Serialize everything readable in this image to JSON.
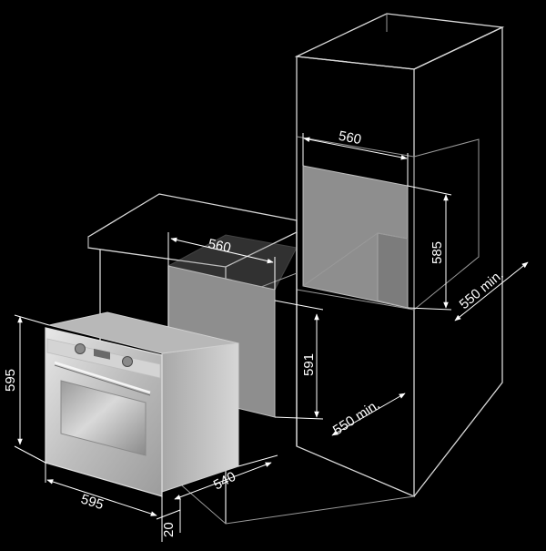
{
  "dimensions": {
    "tall_cabinet_width": "560",
    "tall_cabinet_height": "585",
    "tall_cabinet_depth": "550 min.",
    "undercounter_width": "560",
    "undercounter_height": "591",
    "undercounter_depth": "550 min.",
    "oven_height": "595",
    "oven_width": "595",
    "oven_depth": "540",
    "oven_front": "20"
  },
  "colors": {
    "background": "#000000",
    "line": "#d8d8d8",
    "niche": "#8e8e8e",
    "oven_body": "#c9c9c9"
  }
}
